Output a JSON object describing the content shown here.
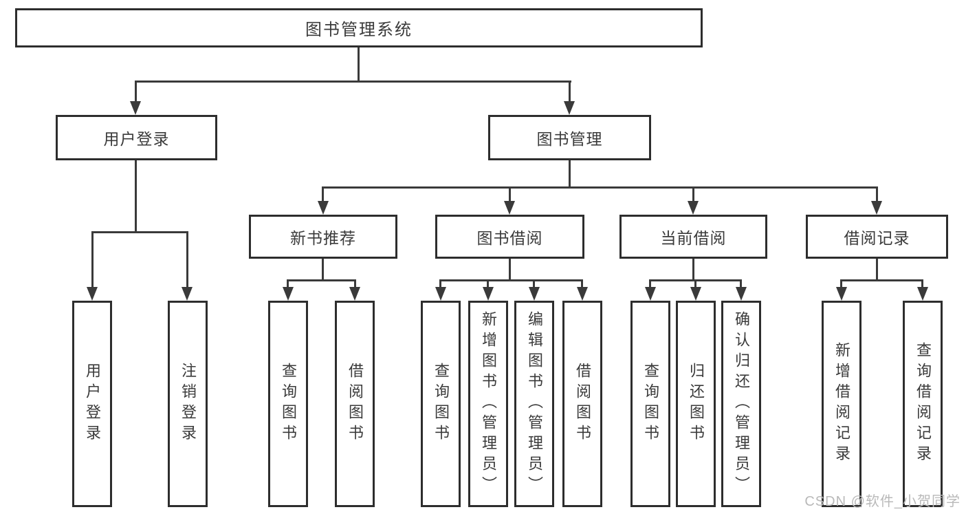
{
  "tree": {
    "root": {
      "label": "图书管理系统"
    },
    "branches": [
      {
        "label": "用户登录",
        "children": [
          {
            "label": "用户登录"
          },
          {
            "label": "注销登录"
          }
        ]
      },
      {
        "label": "图书管理",
        "sections": [
          {
            "label": "新书推荐",
            "children": [
              {
                "label": "查询图书"
              },
              {
                "label": "借阅图书"
              }
            ]
          },
          {
            "label": "图书借阅",
            "children": [
              {
                "label": "查询图书"
              },
              {
                "label": "新增图书（管理员）"
              },
              {
                "label": "编辑图书（管理员）"
              },
              {
                "label": "借阅图书"
              }
            ]
          },
          {
            "label": "当前借阅",
            "children": [
              {
                "label": "查询图书"
              },
              {
                "label": "归还图书"
              },
              {
                "label": "确认归还（管理员）"
              }
            ]
          },
          {
            "label": "借阅记录",
            "children": [
              {
                "label": "新增借阅记录"
              },
              {
                "label": "查询借阅记录"
              }
            ]
          }
        ]
      }
    ]
  },
  "watermark": {
    "text": "CSDN @软件_小贺同学"
  },
  "colors": {
    "line": "#3a3a3a",
    "box_border": "#2d2d2d",
    "text": "#3a3a3a",
    "watermark": "#b9b9b9",
    "background": "#ffffff"
  }
}
